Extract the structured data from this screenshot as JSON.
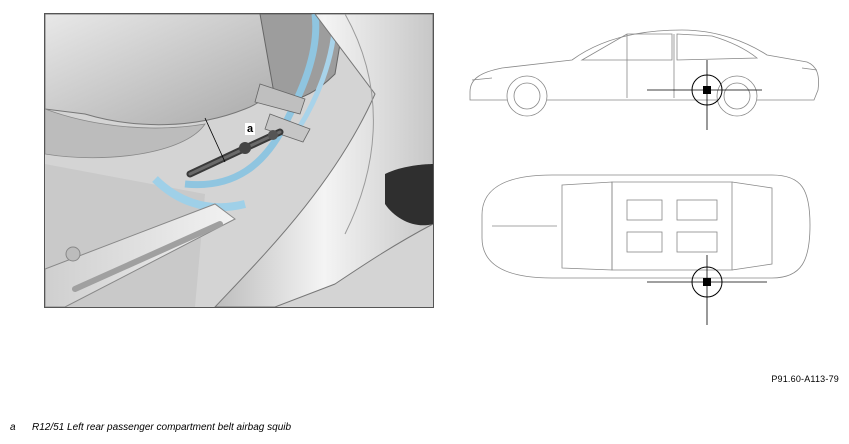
{
  "photo": {
    "callout_label": "a"
  },
  "figure_reference": "P91.60-A113-79",
  "legend": [
    {
      "key": "a",
      "text": "R12/51 Left rear passenger compartment belt airbag squib"
    }
  ]
}
